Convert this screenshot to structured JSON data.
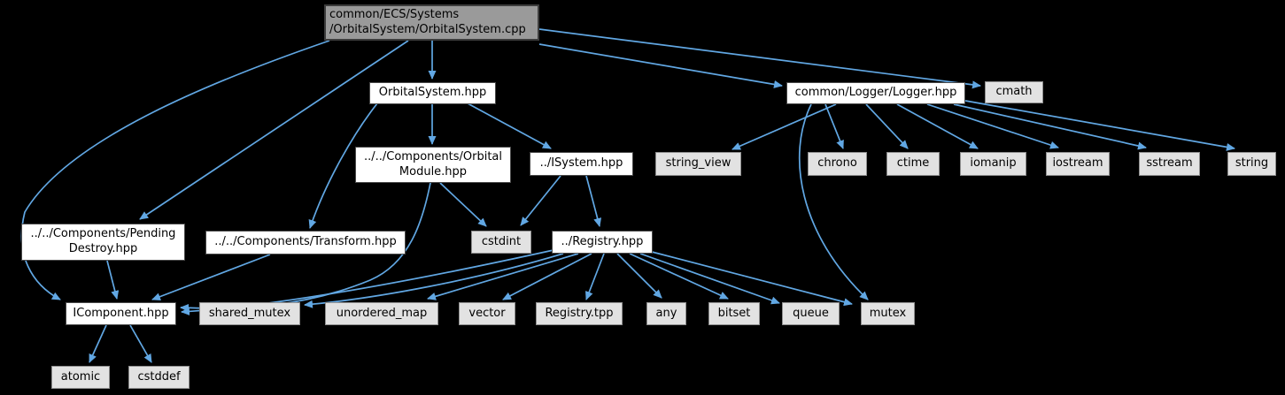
{
  "colors": {
    "background": "#000000",
    "edge": "#61a7e3",
    "main_node_fill": "#9a9a9a",
    "internal_node_fill": "#ffffff",
    "system_node_fill": "#e2e2e2"
  },
  "nodes": {
    "cpp": {
      "label": "common/ECS/Systems\n/OrbitalSystem/OrbitalSystem.cpp",
      "type": "main"
    },
    "orbitalsystem_hpp": {
      "label": "OrbitalSystem.hpp",
      "type": "internal"
    },
    "logger_hpp": {
      "label": "common/Logger/Logger.hpp",
      "type": "internal"
    },
    "cmath": {
      "label": "cmath",
      "type": "system"
    },
    "orbital_module_hpp": {
      "label": "../../Components/Orbital\nModule.hpp",
      "type": "internal"
    },
    "isystem_hpp": {
      "label": "../ISystem.hpp",
      "type": "internal"
    },
    "string_view": {
      "label": "string_view",
      "type": "system"
    },
    "chrono": {
      "label": "chrono",
      "type": "system"
    },
    "ctime": {
      "label": "ctime",
      "type": "system"
    },
    "iomanip": {
      "label": "iomanip",
      "type": "system"
    },
    "iostream": {
      "label": "iostream",
      "type": "system"
    },
    "sstream": {
      "label": "sstream",
      "type": "system"
    },
    "string": {
      "label": "string",
      "type": "system"
    },
    "pending_destroy_hpp": {
      "label": "../../Components/Pending\nDestroy.hpp",
      "type": "internal"
    },
    "transform_hpp": {
      "label": "../../Components/Transform.hpp",
      "type": "internal"
    },
    "cstdint": {
      "label": "cstdint",
      "type": "system"
    },
    "registry_hpp": {
      "label": "../Registry.hpp",
      "type": "internal"
    },
    "icomponent_hpp": {
      "label": "IComponent.hpp",
      "type": "internal"
    },
    "shared_mutex": {
      "label": "shared_mutex",
      "type": "system"
    },
    "unordered_map": {
      "label": "unordered_map",
      "type": "system"
    },
    "vector": {
      "label": "vector",
      "type": "system"
    },
    "registry_tpp": {
      "label": "Registry.tpp",
      "type": "system"
    },
    "any": {
      "label": "any",
      "type": "system"
    },
    "bitset": {
      "label": "bitset",
      "type": "system"
    },
    "queue": {
      "label": "queue",
      "type": "system"
    },
    "mutex": {
      "label": "mutex",
      "type": "system"
    },
    "atomic": {
      "label": "atomic",
      "type": "system"
    },
    "cstddef": {
      "label": "cstddef",
      "type": "system"
    }
  },
  "edges": [
    {
      "from": "cpp",
      "to": "orbitalsystem_hpp"
    },
    {
      "from": "cpp",
      "to": "logger_hpp"
    },
    {
      "from": "cpp",
      "to": "cmath"
    },
    {
      "from": "cpp",
      "to": "pending_destroy_hpp"
    },
    {
      "from": "cpp",
      "to": "icomponent_hpp"
    },
    {
      "from": "orbitalsystem_hpp",
      "to": "orbital_module_hpp"
    },
    {
      "from": "orbitalsystem_hpp",
      "to": "isystem_hpp"
    },
    {
      "from": "orbitalsystem_hpp",
      "to": "transform_hpp"
    },
    {
      "from": "orbital_module_hpp",
      "to": "cstdint"
    },
    {
      "from": "orbital_module_hpp",
      "to": "icomponent_hpp"
    },
    {
      "from": "isystem_hpp",
      "to": "cstdint"
    },
    {
      "from": "isystem_hpp",
      "to": "registry_hpp"
    },
    {
      "from": "pending_destroy_hpp",
      "to": "icomponent_hpp"
    },
    {
      "from": "transform_hpp",
      "to": "icomponent_hpp"
    },
    {
      "from": "registry_hpp",
      "to": "icomponent_hpp"
    },
    {
      "from": "registry_hpp",
      "to": "shared_mutex"
    },
    {
      "from": "registry_hpp",
      "to": "unordered_map"
    },
    {
      "from": "registry_hpp",
      "to": "vector"
    },
    {
      "from": "registry_hpp",
      "to": "registry_tpp"
    },
    {
      "from": "registry_hpp",
      "to": "any"
    },
    {
      "from": "registry_hpp",
      "to": "bitset"
    },
    {
      "from": "registry_hpp",
      "to": "queue"
    },
    {
      "from": "registry_hpp",
      "to": "mutex"
    },
    {
      "from": "logger_hpp",
      "to": "string_view"
    },
    {
      "from": "logger_hpp",
      "to": "chrono"
    },
    {
      "from": "logger_hpp",
      "to": "ctime"
    },
    {
      "from": "logger_hpp",
      "to": "iomanip"
    },
    {
      "from": "logger_hpp",
      "to": "iostream"
    },
    {
      "from": "logger_hpp",
      "to": "sstream"
    },
    {
      "from": "logger_hpp",
      "to": "string"
    },
    {
      "from": "logger_hpp",
      "to": "mutex"
    },
    {
      "from": "icomponent_hpp",
      "to": "atomic"
    },
    {
      "from": "icomponent_hpp",
      "to": "cstddef"
    }
  ]
}
